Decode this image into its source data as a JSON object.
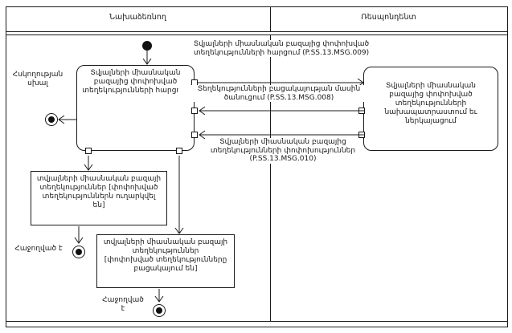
{
  "diagram": {
    "lanes": [
      {
        "label": "Նախաձեռնող"
      },
      {
        "label": "Ռեսպոնդենտ"
      }
    ],
    "activities": {
      "initiator": {
        "label": "Տվյալների միասնական բազայից փոփոխված տեղեկությունների հարցում"
      },
      "respondent": {
        "label": "Տվյալների միասնական բազայից փոփոխված տեղեկությունների նախապատրաստում եւ ներկայացում"
      }
    },
    "objects": {
      "sent": {
        "label": "տվյալների միասնական բազայի տեղեկություններ [փոփոխված տեղեկություններն ուղարկվել են]"
      },
      "missing": {
        "name": "տվյալների միասնական բազայի տեղեկություններ",
        "state": "[փոփոխված տեղեկությունները բացակայում են]"
      }
    },
    "messages": {
      "msg009": {
        "label": "Տվյալների միասնական բազայից փոփոխված տեղեկությունների հարցում (P.SS.13.MSG.009)"
      },
      "msg008": {
        "label": "Տեղեկությունների բացակայության մասին ծանուցում (P.SS.13.MSG.008)"
      },
      "msg010": {
        "label": "Տվյալների միասնական բազայից տեղեկությունների փոփոխություններ (P.SS.13.MSG.010)"
      }
    },
    "annotations": {
      "control_error": "Հսկողության սխալ",
      "success_1": "Հաջողված է",
      "success_2": "Հաջողված է"
    },
    "colors": {
      "line": "#1a1a1a",
      "background": "#ffffff"
    }
  }
}
